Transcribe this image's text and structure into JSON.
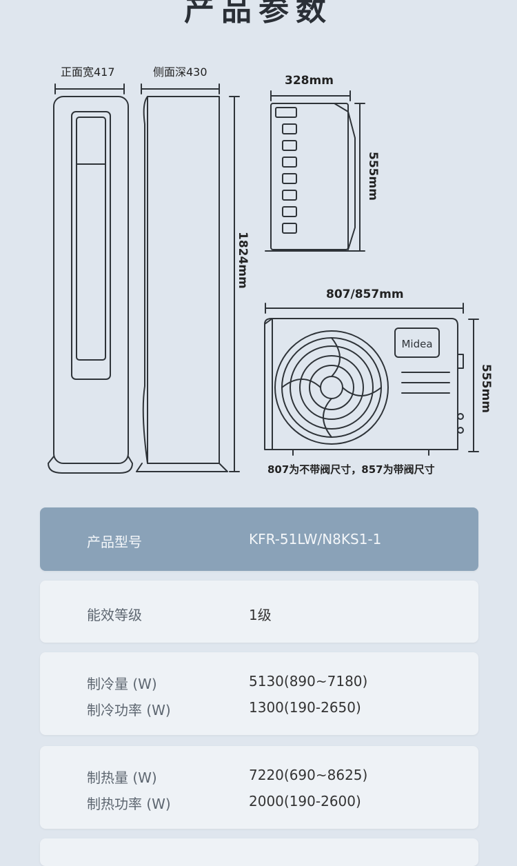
{
  "page_title": "产品参数",
  "dimensions": {
    "front_width": "正面宽417",
    "side_depth": "侧面深430",
    "indoor_height": "1824mm",
    "outdoor_depth": "328mm",
    "outdoor_side_height": "555mm",
    "outdoor_width": "807/857mm",
    "outdoor_front_height": "555mm",
    "brand": "Midea",
    "note": "807为不带阀尺寸，857为带阀尺寸"
  },
  "specs": {
    "model": {
      "label": "产品型号",
      "value": "KFR-51LW/N8KS1-1"
    },
    "energy": {
      "label": "能效等级",
      "value": "1级"
    },
    "cooling_capacity": {
      "label": "制冷量 (W)",
      "value": "5130(890~7180)"
    },
    "cooling_power": {
      "label": "制冷功率 (W)",
      "value": "1300(190-2650)"
    },
    "heating_capacity": {
      "label": "制热量 (W)",
      "value": "7220(690~8625)"
    },
    "heating_power": {
      "label": "制热功率 (W)",
      "value": "2000(190-2600)"
    }
  },
  "colors": {
    "background": "#dfe6ee",
    "header_row": "#8aa2b8",
    "row": "#eef2f6"
  }
}
